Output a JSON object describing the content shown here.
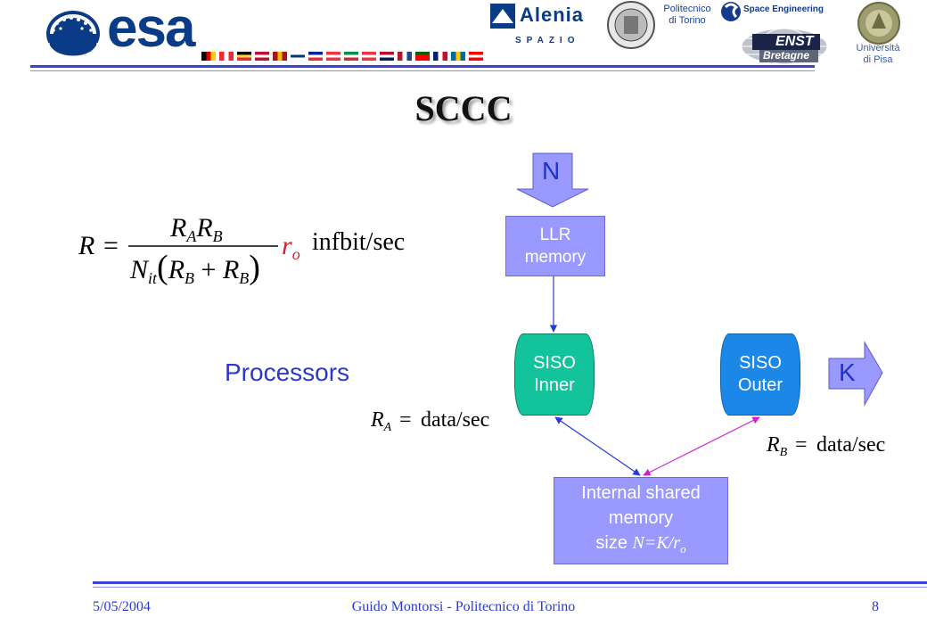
{
  "header": {
    "esa_label": "esa",
    "alenia_label": "Alenia",
    "alenia_sub": "SPAZIO",
    "polito_line1": "Politecnico",
    "polito_line2": "di Torino",
    "space_eng_label": "Space Engineering",
    "enst_label": "ENST",
    "enst_sub": "Bretagne",
    "pisa_line1": "Università",
    "pisa_line2": "di Pisa",
    "flags": [
      {
        "colors": [
          "#000000",
          "#dd0000",
          "#ffce00"
        ],
        "dir": "h"
      },
      {
        "colors": [
          "#ed2939",
          "#ffffff",
          "#ed2939"
        ],
        "dir": "h"
      },
      {
        "colors": [
          "#000000",
          "#fae042",
          "#ed2939"
        ],
        "dir": "v"
      },
      {
        "colors": [
          "#c60c30",
          "#ffffff",
          "#c60c30"
        ],
        "dir": "v"
      },
      {
        "colors": [
          "#aa151b",
          "#f1bf00",
          "#aa151b"
        ],
        "dir": "h"
      },
      {
        "colors": [
          "#ffffff",
          "#003580",
          "#ffffff"
        ],
        "dir": "v"
      },
      {
        "colors": [
          "#002395",
          "#ffffff",
          "#ed2939"
        ],
        "dir": "v"
      },
      {
        "colors": [
          "#ef3340",
          "#ffffff",
          "#ef3340"
        ],
        "dir": "v"
      },
      {
        "colors": [
          "#009246",
          "#ffffff",
          "#ce2b37"
        ],
        "dir": "v"
      },
      {
        "colors": [
          "#ef3340",
          "#ffffff",
          "#ef3340"
        ],
        "dir": "v"
      },
      {
        "colors": [
          "#ba0c2f",
          "#ffffff",
          "#00205b"
        ],
        "dir": "v"
      },
      {
        "colors": [
          "#ae1c28",
          "#ffffff",
          "#21468b"
        ],
        "dir": "h"
      },
      {
        "colors": [
          "#006600",
          "#ff0000",
          "#ff0000"
        ],
        "dir": "v"
      },
      {
        "colors": [
          "#012169",
          "#ffffff",
          "#c8102e"
        ],
        "dir": "h"
      },
      {
        "colors": [
          "#006aa7",
          "#fecc00",
          "#006aa7"
        ],
        "dir": "h"
      },
      {
        "colors": [
          "#ff0000",
          "#ffffff",
          "#ff0000"
        ],
        "dir": "v"
      }
    ]
  },
  "title": "SCCC",
  "formula_main": {
    "lhs": "R =",
    "numerator": "RARB",
    "denominator": "Nit(RB + RB)",
    "factor": "ro",
    "unit": "infbit/sec"
  },
  "diagram": {
    "input_label": "N",
    "output_label": "K",
    "llr_line1": "LLR",
    "llr_line2": "memory",
    "inner_line1": "SISO",
    "inner_line2": "Inner",
    "outer_line1": "SISO",
    "outer_line2": "Outer",
    "shared_line1": "Internal shared",
    "shared_line2": "memory",
    "shared_line3": "size N=K/ro",
    "processors_label": "Processors",
    "ra_formula": "RA = data/sec",
    "rb_formula": "RB = data/sec"
  },
  "footer": {
    "date": "5/05/2004",
    "author": "Guido Montorsi - Politecnico di Torino",
    "page": "8"
  }
}
